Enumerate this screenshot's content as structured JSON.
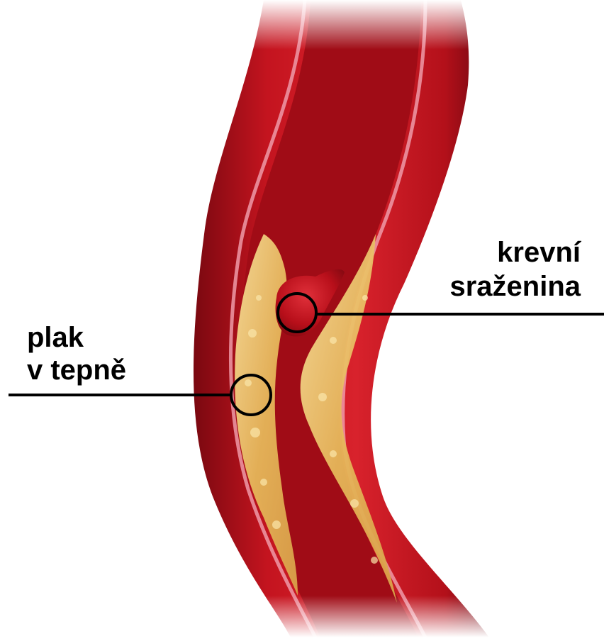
{
  "labels": {
    "clot": {
      "line1": "krevní",
      "line2": "sraženina"
    },
    "plaque": {
      "line1": "plak",
      "line2": "v tepně"
    }
  },
  "colors": {
    "background": "#ffffff",
    "artery_outer": "#b8121c",
    "artery_dark": "#8a0a12",
    "artery_wall_highlight": "#e98a9a",
    "lumen": "#9c0c14",
    "plaque": "#e9c36a",
    "plaque_light": "#f6dc92",
    "clot": "#c4121c",
    "leader_line": "#000000"
  }
}
